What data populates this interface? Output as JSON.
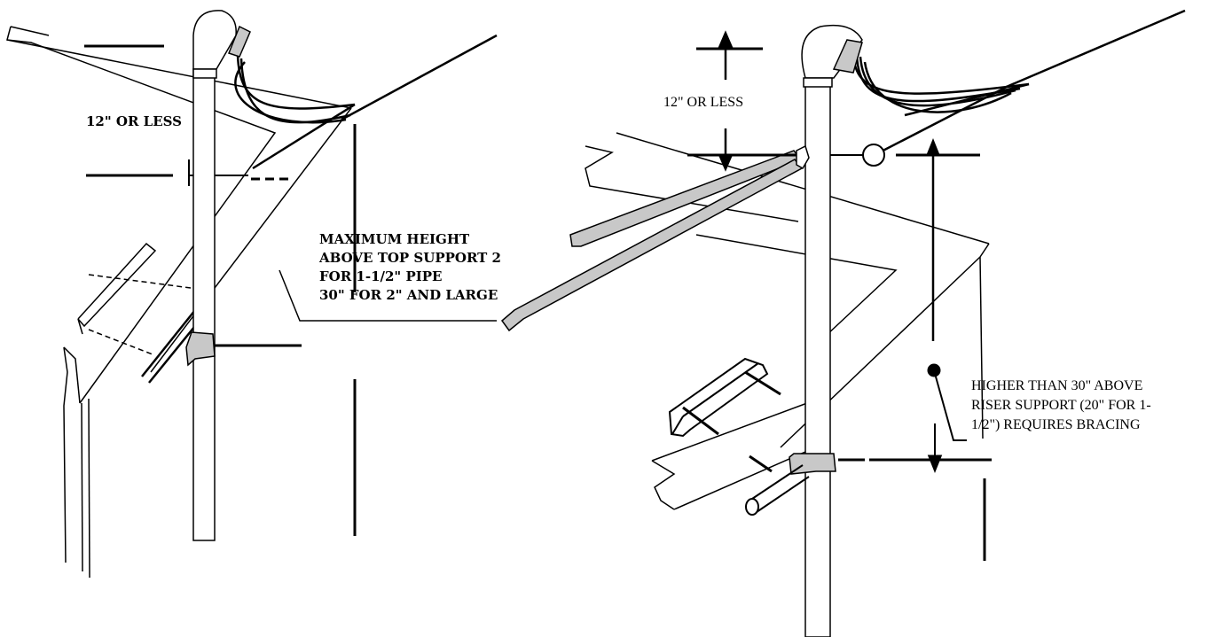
{
  "left_figure": {
    "clearance_label": "12\" OR LESS",
    "max_height_note": [
      "MAXIMUM HEIGHT",
      "ABOVE TOP SUPPORT 2",
      "FOR 1-1/2\" PIPE",
      "30\" FOR 2\" AND LARGE"
    ]
  },
  "right_figure": {
    "clearance_label": "12\" OR LESS",
    "bracing_note": [
      "HIGHER THAN 30\" ABOVE",
      "RISER SUPPORT (20\" FOR 1-",
      "1/2\") REQUIRES BRACING"
    ]
  },
  "colors": {
    "line": "#000000",
    "fill_gray": "#c8c8c8",
    "background": "#ffffff"
  }
}
